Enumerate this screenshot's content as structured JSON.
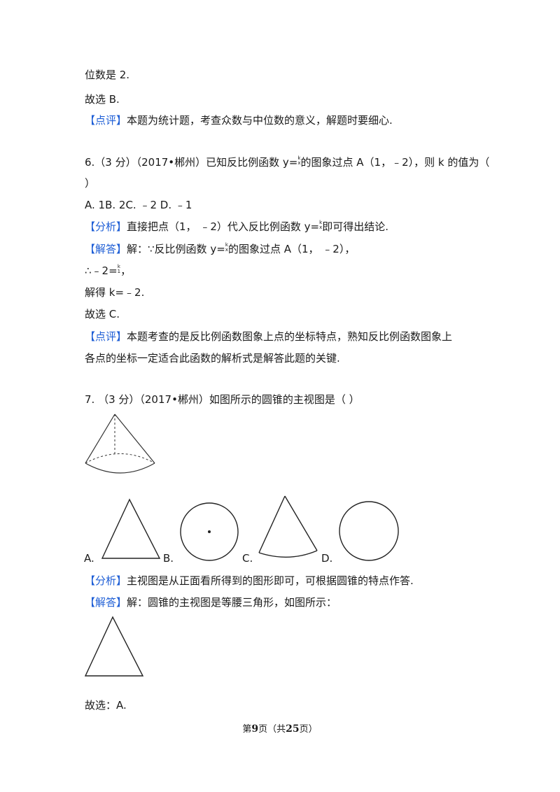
{
  "lines": {
    "l1": "位数是 2.",
    "l2": "故选 B.",
    "l3_tag": "【点评】",
    "l3_text": "本题为统计题，考查众数与中位数的意义，解题时要细心.",
    "q6_a": "6.（3 分）（2017•郴州）已知反比例函数 y=",
    "q6_b": "的图象过点 A（1，﹣2），则 k 的值为（",
    "q6_c": "）",
    "q6_options": "A. 1B. 2C.  ﹣2  D.  ﹣1",
    "fx_tag": "【分析】",
    "fx_a": "直接把点（1， ﹣2）代入反比例函数 y=",
    "fx_b": "即可得出结论.",
    "jd_tag": "【解答】",
    "jd_a": "解：∵反比例函数 y=",
    "jd_b": "的图象过点 A（1， ﹣2），",
    "so_a": "∴﹣2=",
    "so_b": "，",
    "solve": "解得 k=﹣2.",
    "choose_c": "故选 C.",
    "py_tag": "【点评】",
    "py_a": "本题考查的是反比例函数图象上点的坐标特点，熟知反比例函数图象上",
    "py_b": "各点的坐标一定适合此函数的解析式是解答此题的关键.",
    "q7": "7. （3 分）（2017•郴州）如图所示的圆锥的主视图是（        ）",
    "opt_a": "A.",
    "opt_b": "B.",
    "opt_c": "C.",
    "opt_d": "D.",
    "fx7_tag": "【分析】",
    "fx7_text": "主视图是从正面看所得到的图形即可，可根据圆锥的特点作答.",
    "jd7_tag": "【解答】",
    "jd7_text": "解：圆锥的主视图是等腰三角形，如图所示：",
    "final": "故选：A."
  },
  "fraction": {
    "num": "k",
    "den": "x"
  },
  "fraction_so": {
    "num": "k",
    "den": "1"
  },
  "footer": {
    "pre": "第",
    "page": "9",
    "mid": "页（共",
    "total": "25",
    "post": "页）"
  },
  "colors": {
    "tag": "#1f5fd6"
  }
}
